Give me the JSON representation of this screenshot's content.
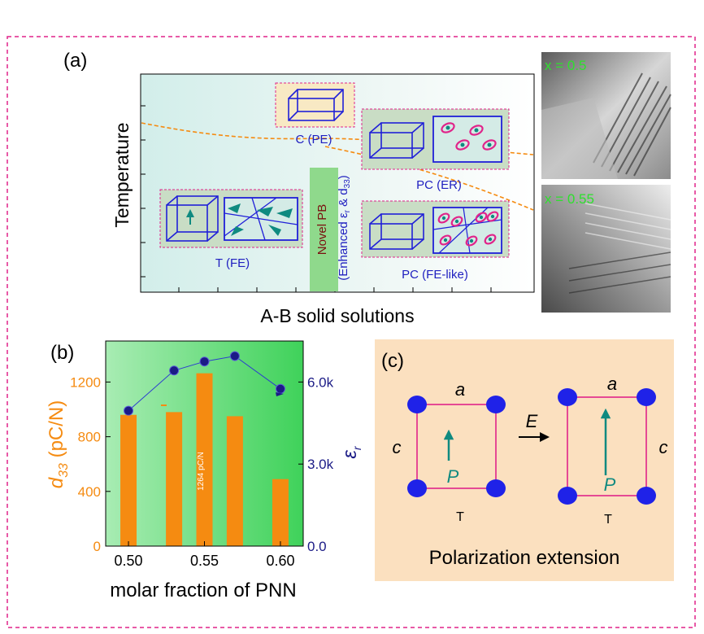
{
  "panel_a": {
    "label": "(a)",
    "ylabel": "Temperature",
    "xlabel": "A-B solid solutions",
    "phase_c": "C (PE)",
    "phase_pc_er": "PC (ER)",
    "phase_t": "T (FE)",
    "phase_pc_fe": "PC (FE-like)",
    "pb_line1": "Novel PB",
    "pb_line2": "(Enhanced ε",
    "pb_sub_r": "r",
    "pb_amp": " & d",
    "pb_sub_33": "33",
    "pb_close": ")",
    "tem_top": "x = 0.5",
    "tem_bottom": "x = 0.55"
  },
  "panel_b": {
    "label": "(b)",
    "bar_annotation": "1264 pC/N"
  },
  "panel_c": {
    "label": "(c)",
    "field": "E",
    "left": {
      "a": "a",
      "c": "c",
      "p": "P",
      "t": "T"
    },
    "right": {
      "a": "a",
      "c": "c",
      "p": "P",
      "t": "T"
    },
    "caption": "Polarization extension"
  },
  "colors": {
    "border": "#e0248a",
    "orange": "#f58b11",
    "navy": "#1b1b86",
    "blue": "#2020d8",
    "teal": "#0f8a80",
    "tan": "#fbe0bf"
  },
  "chart_data": {
    "type": "bar",
    "x": [
      0.5,
      0.53,
      0.55,
      0.57,
      0.6
    ],
    "series": [
      {
        "values": [
          960,
          980,
          1264,
          950,
          490
        ]
      },
      {
        "values": [
          4950,
          6420,
          6750,
          6950,
          5750
        ]
      }
    ],
    "ylabel": "d",
    "ylabel_sub": "33",
    "ylabel_unit": " (pC/N)",
    "y2label": "ε",
    "y2label_sub": "r",
    "xlabel": "molar fraction of PNN",
    "xlim": [
      0.485,
      0.615
    ],
    "ylim": [
      0,
      1500
    ],
    "y2lim": [
      0,
      7500
    ],
    "xticks": [
      "0.50",
      "0.55",
      "0.60"
    ],
    "yticks": [
      "0",
      "400",
      "800",
      "1200"
    ],
    "y2ticks": [
      "0.0",
      "3.0k",
      "6.0k"
    ]
  }
}
